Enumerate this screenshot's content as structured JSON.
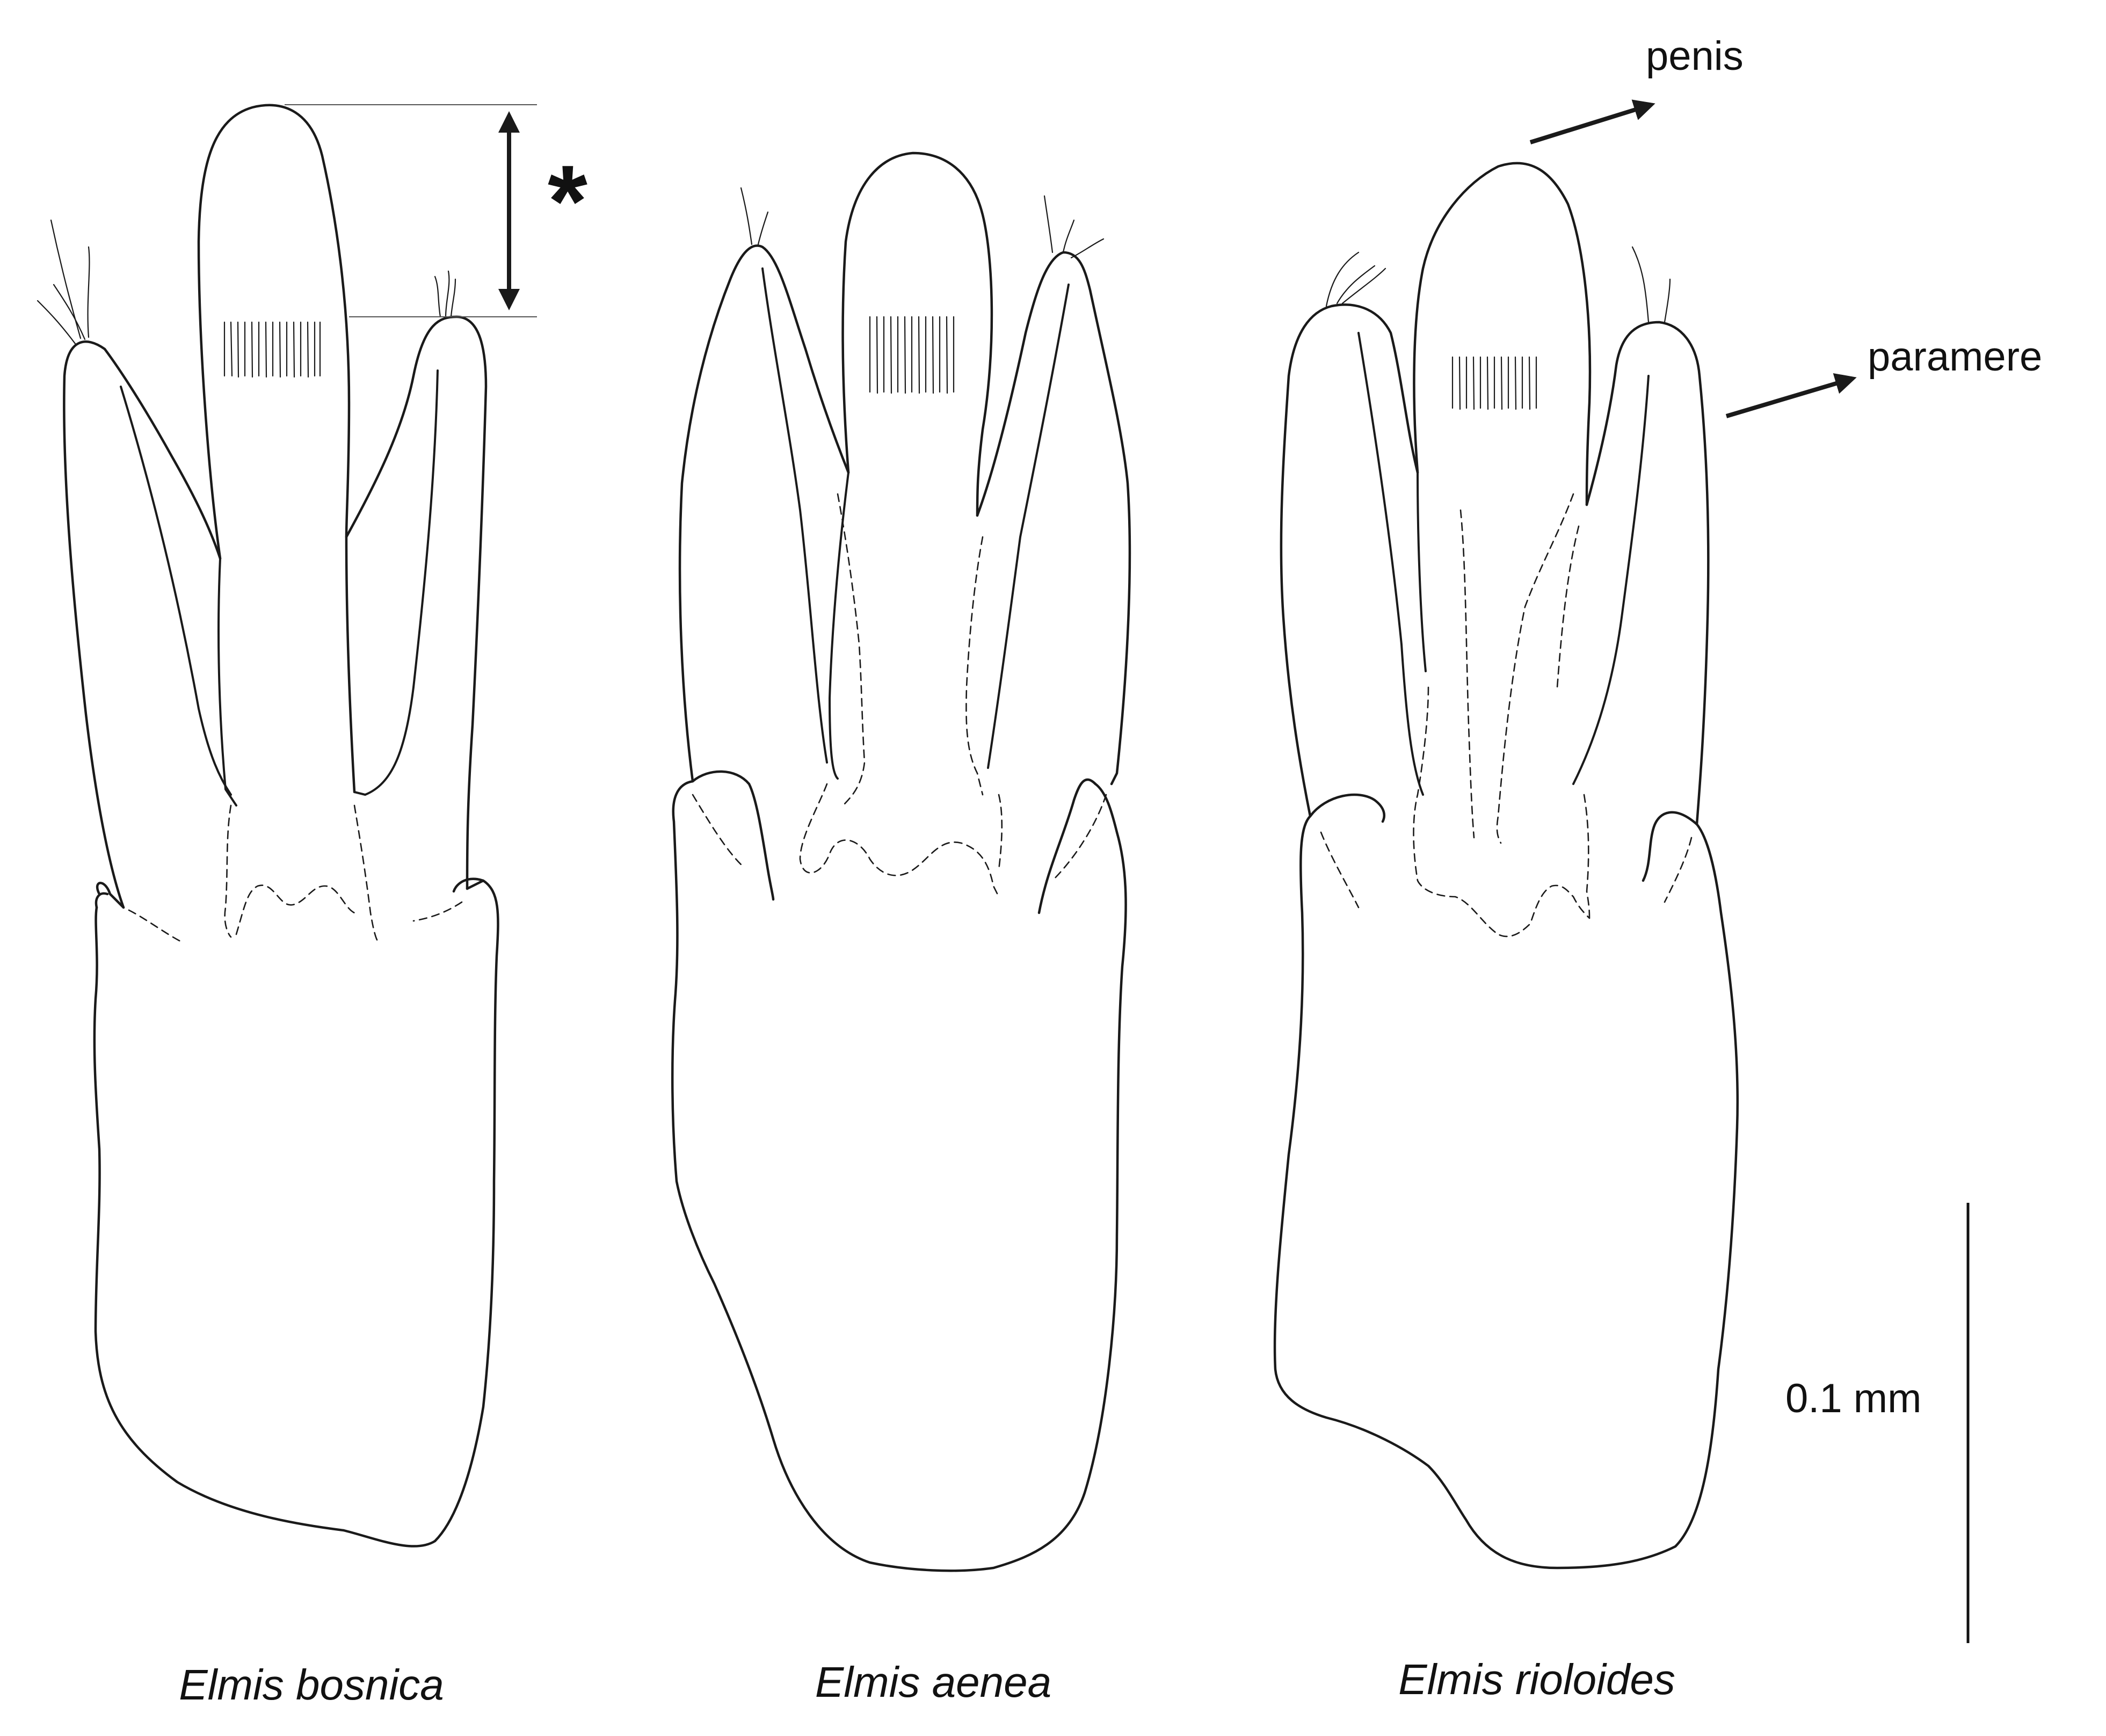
{
  "figure": {
    "specimens": [
      {
        "id": "bosnica",
        "name": "Elmis bosnica"
      },
      {
        "id": "aenea",
        "name": "Elmis aenea"
      },
      {
        "id": "rioloides",
        "name": "Elmis rioloides"
      }
    ],
    "annotations": {
      "penis_label": "penis",
      "paramere_label": "paramere",
      "asterisk": "*"
    },
    "scale_bar": {
      "label": "0.1 mm"
    }
  }
}
